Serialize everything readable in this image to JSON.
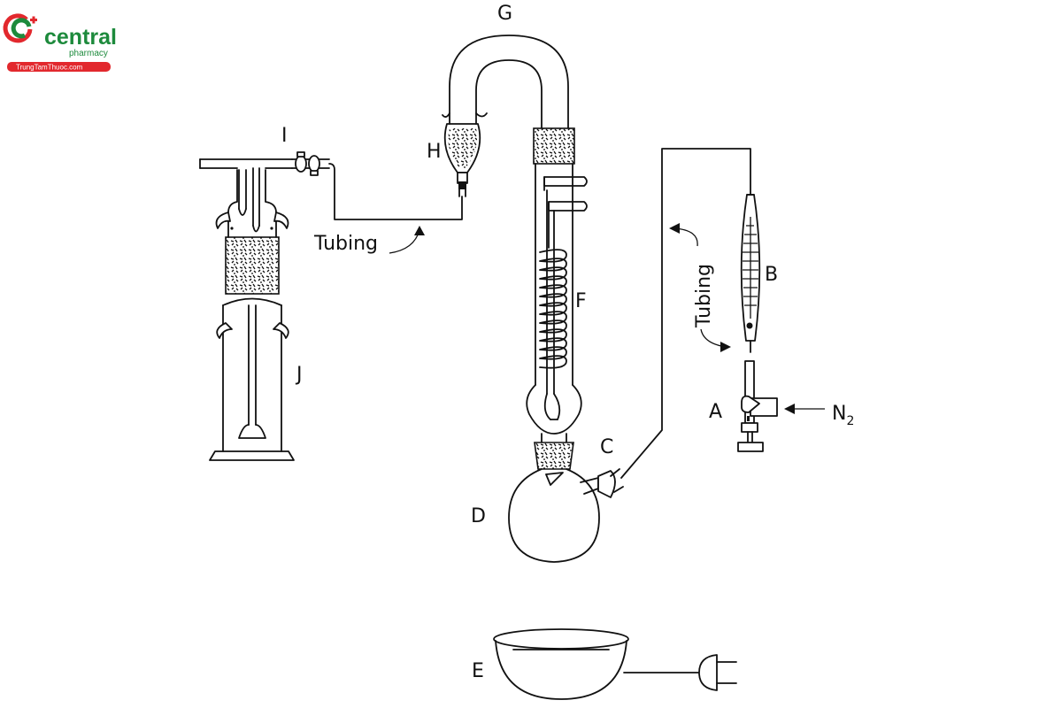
{
  "logo": {
    "name": "central",
    "subtitle": "pharmacy",
    "site": "TrungTamThuoc.com",
    "colors": {
      "green": "#1d8a3c",
      "red": "#e2282d"
    }
  },
  "labels": {
    "A": "A",
    "B": "B",
    "C": "C",
    "D": "D",
    "E": "E",
    "F": "F",
    "G": "G",
    "H": "H",
    "I": "I",
    "J": "J",
    "tubing_left": "Tubing",
    "tubing_right": "Tubing",
    "n2_main": "N",
    "n2_sub": "2"
  },
  "colors": {
    "line": "#111111",
    "packing": "#111111"
  }
}
